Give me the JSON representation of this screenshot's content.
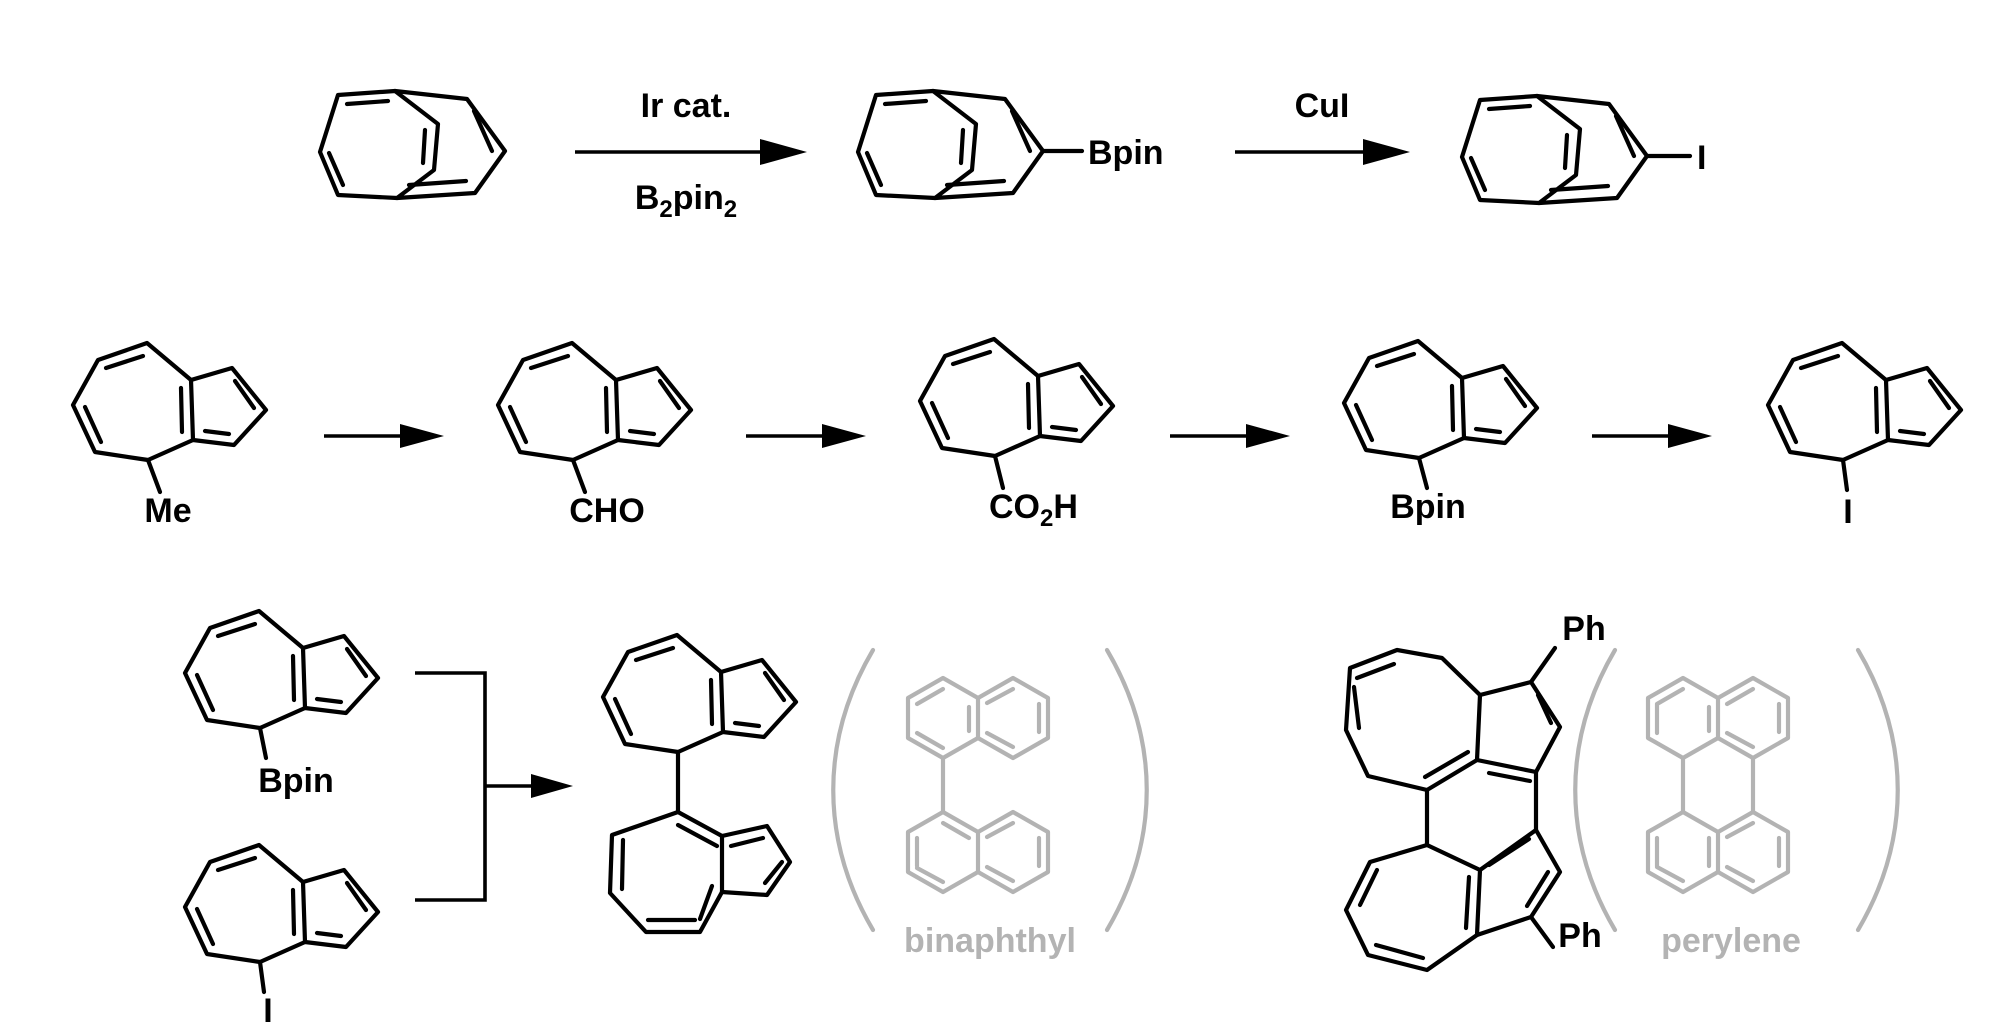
{
  "colors": {
    "ink": "#000000",
    "muted": "#b3b3b3",
    "background": "#ffffff"
  },
  "row1": {
    "step1_reagent_top": "Ir cat.",
    "step1_reagent_bottom_base": "B",
    "step1_reagent_bottom_sub1": "2",
    "step1_reagent_bottom_mid": "pin",
    "step1_reagent_bottom_sub2": "2",
    "product1_substituent": "Bpin",
    "step2_reagent": "CuI",
    "product2_substituent": "I"
  },
  "row2": {
    "compound1_substituent": "Me",
    "compound2_substituent": "CHO",
    "compound3_substituent_a": "CO",
    "compound3_substituent_sub": "2",
    "compound3_substituent_b": "H",
    "compound4_substituent": "Bpin",
    "compound5_substituent": "I"
  },
  "row3": {
    "reactant_top_substituent": "Bpin",
    "reactant_bottom_substituent": "I",
    "analog1_label": "binaphthyl",
    "product2_top_substituent": "Ph",
    "product2_bottom_substituent": "Ph",
    "analog2_label": "perylene"
  }
}
